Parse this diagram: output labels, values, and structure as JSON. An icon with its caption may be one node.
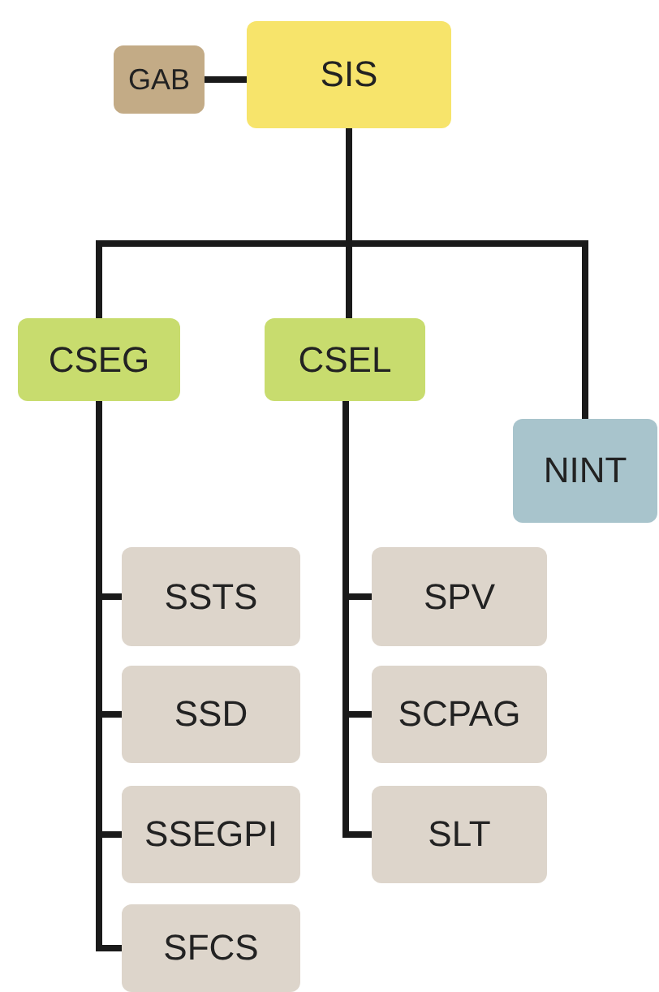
{
  "diagram": {
    "nodes": [
      {
        "text": [
          "GAB"
        ]
      },
      {
        "text": [
          "SIS"
        ]
      },
      {
        "text": [
          "CSEG"
        ]
      },
      {
        "text": [
          "CSEL"
        ]
      },
      {
        "text": [
          "NINT"
        ]
      },
      {
        "text": [
          "SSTS"
        ]
      },
      {
        "text": [
          "SPV"
        ]
      },
      {
        "text": [
          "SSD"
        ]
      },
      {
        "text": [
          "SCPAG"
        ]
      },
      {
        "text": [
          "SSEGPI"
        ]
      },
      {
        "text": [
          "SLT"
        ]
      },
      {
        "text": [
          "SFCS"
        ]
      }
    ],
    "edges": [
      {
        "from": 0,
        "to": 1,
        "arrow": "none"
      },
      {
        "from": 1,
        "to": 2,
        "arrow": "none"
      },
      {
        "from": 1,
        "to": 3,
        "arrow": "none"
      },
      {
        "from": 1,
        "to": 4,
        "arrow": "none"
      },
      {
        "from": 2,
        "to": 5,
        "arrow": "none"
      },
      {
        "from": 2,
        "to": 7,
        "arrow": "none"
      },
      {
        "from": 2,
        "to": 9,
        "arrow": "none"
      },
      {
        "from": 2,
        "to": 11,
        "arrow": "none"
      },
      {
        "from": 3,
        "to": 6,
        "arrow": "none"
      },
      {
        "from": 3,
        "to": 8,
        "arrow": "none"
      },
      {
        "from": 3,
        "to": 10,
        "arrow": "none"
      }
    ]
  }
}
